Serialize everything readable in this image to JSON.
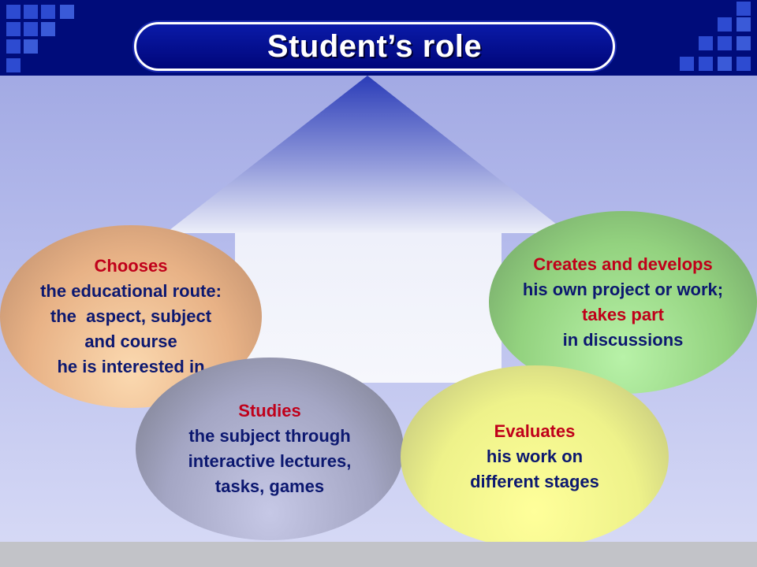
{
  "title": "Student’s role",
  "colors": {
    "header": "#000c7a",
    "title_pill": "#0a1aa8",
    "highlight_text": "#c0001a",
    "body_text": "#0c1870"
  },
  "ovals": {
    "chooses": {
      "lines": [
        "Chooses",
        "the educational route:",
        "the  aspect, subject",
        "and course",
        "he is interested in"
      ]
    },
    "creates": {
      "lines": [
        "Creates and develops",
        "his own project or work;",
        "takes part",
        "in discussions"
      ]
    },
    "studies": {
      "lines": [
        "Studies",
        "the subject through",
        "interactive lectures,",
        "tasks, games"
      ]
    },
    "evaluates": {
      "lines": [
        "Evaluates",
        "his work on",
        "different stages"
      ]
    }
  }
}
